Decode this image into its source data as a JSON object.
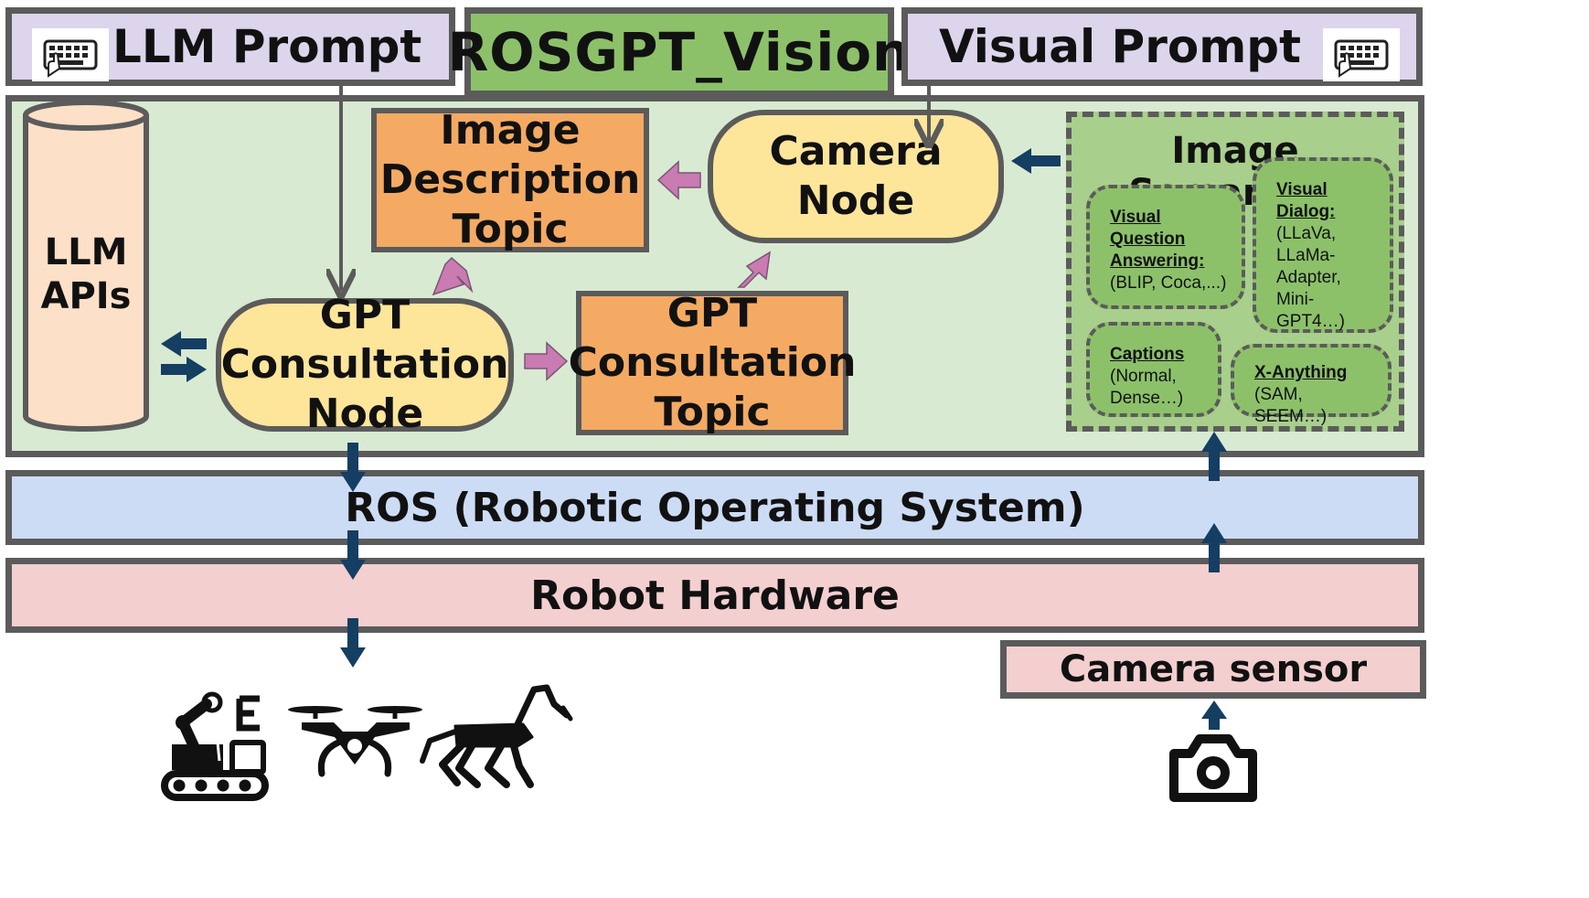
{
  "title": "ROSGPT_Vision",
  "llm_prompt": {
    "label": "LLM Prompt",
    "icon": "keyboard-icon"
  },
  "visual_prompt": {
    "label": "Visual Prompt",
    "icon": "keyboard-icon"
  },
  "llm_apis": {
    "line1": "LLM",
    "line2": "APIs"
  },
  "image_description_topic": {
    "line1": "Image",
    "line2": "Description",
    "line3": "Topic"
  },
  "camera_node": {
    "line1": "Camera",
    "line2": "Node"
  },
  "gpt_consultation_node": {
    "line1": "GPT",
    "line2": "Consultation",
    "line3": "Node"
  },
  "gpt_consultation_topic": {
    "line1": "GPT",
    "line2": "Consultation",
    "line3": "Topic"
  },
  "image_semantics": {
    "title": "Image Semantics",
    "vqa": {
      "h1": "Visual",
      "h2": "Question",
      "h3": "Answering:",
      "text": "(BLIP, Coca,...)"
    },
    "dialog": {
      "h1": "Visual",
      "h2": "Dialog:",
      "t1": "(LLaVa,",
      "t2": "LLaMa-",
      "t3": "Adapter,",
      "t4": "Mini-GPT4…)"
    },
    "captions": {
      "h1": "Captions",
      "t1": "(Normal,",
      "t2": "Dense…)"
    },
    "xanything": {
      "h1": "X-Anything",
      "t1": "(SAM, SEEM…)"
    }
  },
  "ros_layer": "ROS (Robotic Operating System)",
  "robot_hardware": "Robot Hardware",
  "camera_sensor": "Camera sensor",
  "robots": [
    "robot-arm-icon",
    "drone-icon",
    "robot-dog-icon"
  ],
  "sensor_icon": "camera-icon",
  "colors": {
    "prompt_bg": "#dcd5ec",
    "title_bg": "#8cc16a",
    "main_bg": "#d8ead1",
    "topic_bg": "#f4aa63",
    "node_bg": "#fde59a",
    "ros_bg": "#cddcf5",
    "hardware_bg": "#f3cfd0",
    "flow_arrow": "#c97bb2",
    "io_arrow": "#153e63"
  }
}
